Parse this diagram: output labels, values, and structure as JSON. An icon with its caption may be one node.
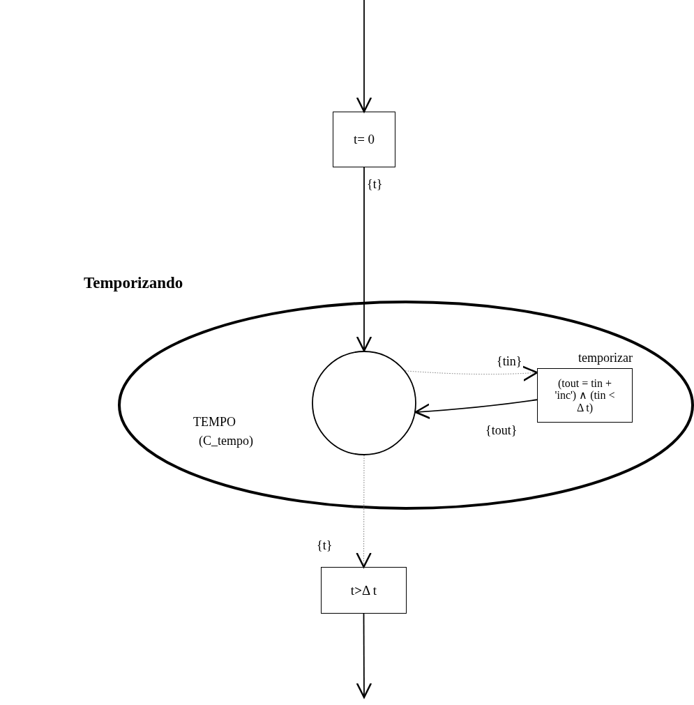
{
  "diagram": {
    "nodes": [
      {
        "text": [
          "Temporizando"
        ]
      },
      {
        "text": [
          "t= 0"
        ]
      },
      {
        "text": [],
        "shape": "circle",
        "in": 0,
        "beside": [
          "TEMPO",
          "(C_tempo)"
        ]
      },
      {
        "text": [
          "temporizar",
          "(tout = tin + 'inc') ∧ (tin < Δ t)"
        ],
        "in": 0
      },
      {
        "text": [
          "t**>**Δ t"
        ]
      }
    ],
    "edges": [
      {
        "from": null,
        "to": 1,
        "arrow": "to"
      },
      {
        "from": 1,
        "to": 2,
        "arrow": "to",
        "label": "{t}"
      },
      {
        "from": 2,
        "to": 3,
        "arrow": "to",
        "label": "{tin}",
        "style": "dashed",
        "color": "#777777"
      },
      {
        "from": 3,
        "to": 2,
        "arrow": "to",
        "label": "{tout}"
      },
      {
        "from": 2,
        "to": 4,
        "arrow": "to",
        "label": "{t}",
        "style": "dashed",
        "color": "#777777"
      },
      {
        "from": 4,
        "to": null,
        "arrow": "to"
      }
    ]
  }
}
